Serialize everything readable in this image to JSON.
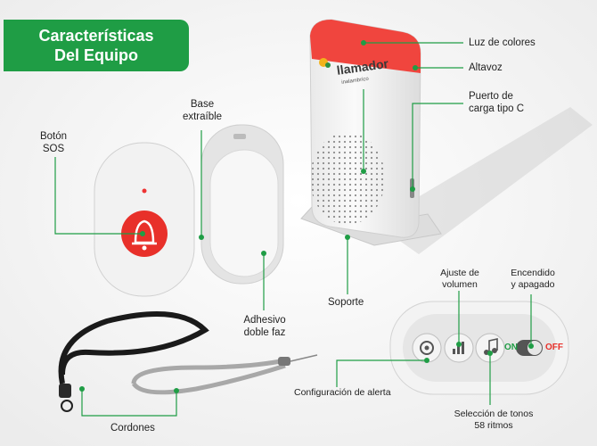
{
  "title": {
    "line1": "Características",
    "line2": "Del Equipo"
  },
  "brand": {
    "name": "llamador",
    "sub": "inalambrico"
  },
  "labels": {
    "luz": "Luz de colores",
    "altavoz": "Altavoz",
    "puerto_l1": "Puerto de",
    "puerto_l2": "carga tipo C",
    "base_l1": "Base",
    "base_l2": "extraíble",
    "boton_l1": "Botón",
    "boton_l2": "SOS",
    "soporte": "Soporte",
    "adhesivo_l1": "Adhesivo",
    "adhesivo_l2": "doble faz",
    "ajuste_l1": "Ajuste de",
    "ajuste_l2": "volumen",
    "encendido_l1": "Encendido",
    "encendido_l2": "y apagado",
    "config": "Configuración de alerta",
    "tonos_l1": "Selección de tonos",
    "tonos_l2": "58 ritmos",
    "cordones": "Cordones",
    "on": "ON",
    "off": "OFF"
  },
  "colors": {
    "accent_green": "#1f9d45",
    "light_red": "#f0453e",
    "sos_red": "#e8302a",
    "device_white": "#f2f2f2"
  }
}
